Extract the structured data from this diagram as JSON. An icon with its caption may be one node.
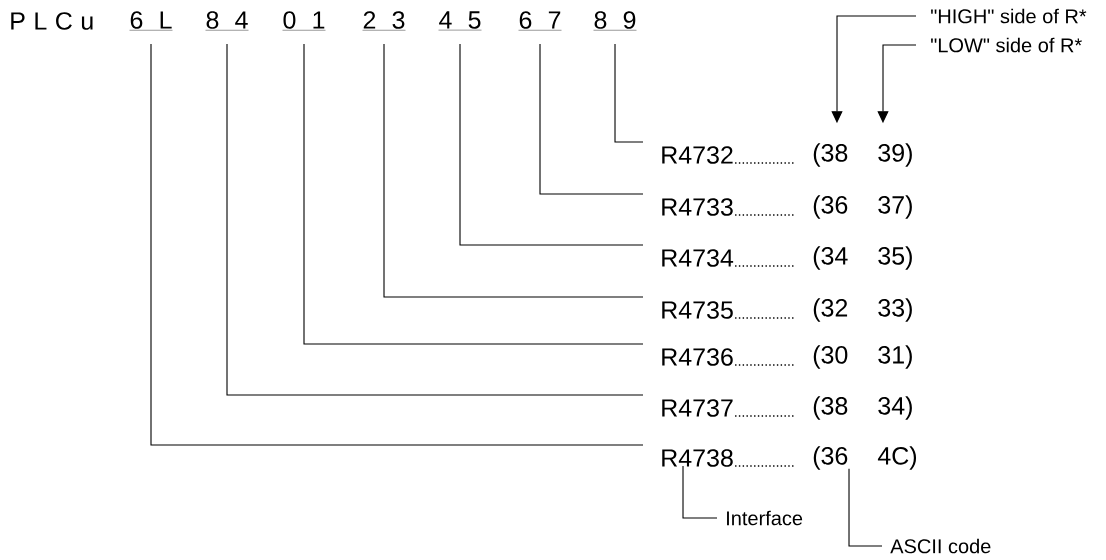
{
  "diagram": {
    "nodes": [
      {
        "text": [
          "6 L"
        ]
      },
      {
        "text": [
          "8 4"
        ]
      },
      {
        "text": [
          "0 1"
        ]
      },
      {
        "text": [
          "2 3"
        ]
      },
      {
        "text": [
          "4 5"
        ]
      },
      {
        "text": [
          "6 7"
        ]
      },
      {
        "text": [
          "8 9"
        ]
      },
      {
        "text": [
          "\"HIGH\" side of R*"
        ]
      },
      {
        "text": [
          "\"LOW\" side of R*"
        ]
      },
      {
        "text": [
          "R4732"
        ]
      },
      {
        "text": [
          "(38 39)"
        ]
      },
      {
        "text": [
          "R4733"
        ]
      },
      {
        "text": [
          "(36 37)"
        ]
      },
      {
        "text": [
          "R4734"
        ]
      },
      {
        "text": [
          "(34 35)"
        ]
      },
      {
        "text": [
          "R4735"
        ]
      },
      {
        "text": [
          "(32 33)"
        ]
      },
      {
        "text": [
          "R4736"
        ]
      },
      {
        "text": [
          "(30 31)"
        ]
      },
      {
        "text": [
          "R4737"
        ]
      },
      {
        "text": [
          "(38 34)"
        ]
      },
      {
        "text": [
          "R4738"
        ]
      },
      {
        "text": [
          "(36 4C)"
        ]
      },
      {
        "text": [
          "Interface"
        ]
      },
      {
        "text": [
          "ASCII code"
        ]
      }
    ],
    "edges": [
      {
        "from": 6,
        "to": 9,
        "arrow": "none"
      },
      {
        "from": 5,
        "to": 11,
        "arrow": "none"
      },
      {
        "from": 4,
        "to": 13,
        "arrow": "none"
      },
      {
        "from": 3,
        "to": 15,
        "arrow": "none"
      },
      {
        "from": 2,
        "to": 17,
        "arrow": "none"
      },
      {
        "from": 1,
        "to": 19,
        "arrow": "none"
      },
      {
        "from": 0,
        "to": 21,
        "arrow": "none"
      },
      {
        "from": 7,
        "to": 10,
        "arrow": "to"
      },
      {
        "from": 8,
        "to": 10,
        "arrow": "to"
      },
      {
        "from": 9,
        "to": 10,
        "arrow": "none",
        "style": "dashed"
      },
      {
        "from": 11,
        "to": 12,
        "arrow": "none",
        "style": "dashed"
      },
      {
        "from": 13,
        "to": 14,
        "arrow": "none",
        "style": "dashed"
      },
      {
        "from": 15,
        "to": 16,
        "arrow": "none",
        "style": "dashed"
      },
      {
        "from": 17,
        "to": 18,
        "arrow": "none",
        "style": "dashed"
      },
      {
        "from": 19,
        "to": 20,
        "arrow": "none",
        "style": "dashed"
      },
      {
        "from": 21,
        "to": 22,
        "arrow": "none",
        "style": "dashed"
      },
      {
        "from": 23,
        "to": 21,
        "arrow": "none"
      },
      {
        "from": 24,
        "to": 22,
        "arrow": "none"
      }
    ],
    "labels": [
      "P L C u"
    ]
  }
}
